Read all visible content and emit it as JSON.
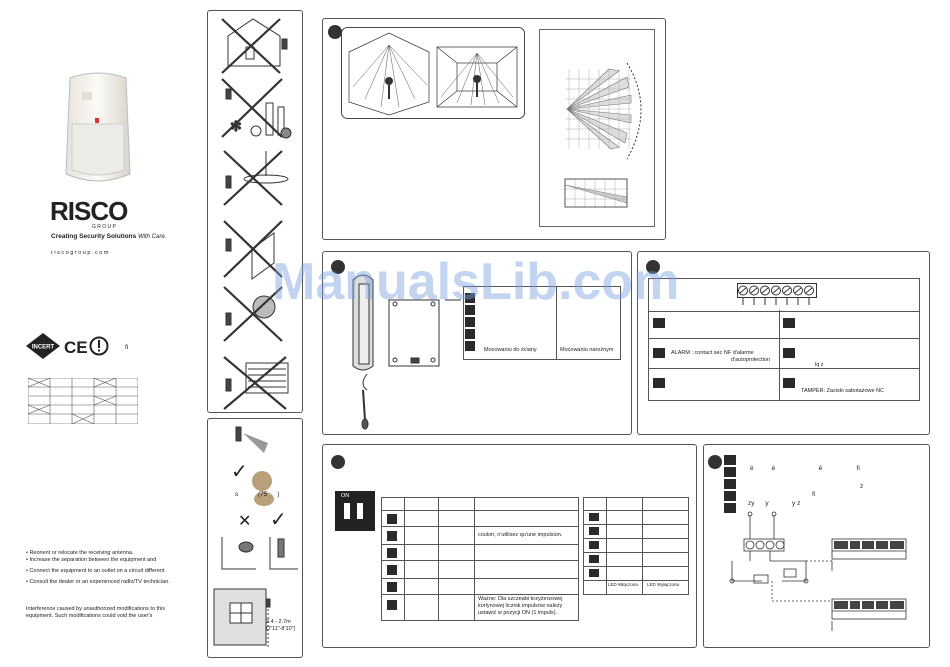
{
  "brand": {
    "logo_text": "RISCO",
    "group_text": "G R O U P",
    "tagline": "Creating Security Solutions",
    "tagline_script": "With Care.",
    "website": "r i s c o g r o u p . c o m"
  },
  "certs": {
    "incert": "INCERT",
    "ce": "CE",
    "fi_mark": "fi"
  },
  "fcc_notes": {
    "bullets": [
      "• Reorient or relocate the receiving antenna.",
      "• Increase the separation between the equipment and",
      "• Connect the equipment to an outlet on a circuit different",
      "• Consult the dealer or an experienced radio/TV technician."
    ],
    "warning_line1": "Interference caused by unauthorized modifications to this",
    "warning_line2": "equipment. Such modifications could void the user's"
  },
  "pet_panel": {
    "weight_label": "s",
    "weight_value": "(75",
    "weight_close": ")",
    "cross_mark": "✕",
    "check_mark": "✓",
    "height_label": "2.4 - 2.7m",
    "height_label2": "(7'11\"-8'10\")"
  },
  "mounting": {
    "col1": "Mocowaniu do ściany",
    "col2": "Mocowaniu narożnym"
  },
  "terminals": {
    "alarm_text": "ALARM : contact sec NF d'alarme",
    "alarm_text2": "d'autoprotection",
    "tamper_text": "TAMPER: Zaciski sabotażowe NC",
    "iq_text": "lq z"
  },
  "dip": {
    "on_label": "ON",
    "row_text_1": "coulon, n'utilisez qu'une impulsion.",
    "row_text_2": "Ważne: Dla szczeabi krzyżerzowej",
    "row_text_3": "korlynowej licznik impulsów należy",
    "row_text_4": "ustawić w pozycji ON (1 impuls).",
    "led_col1": "LED Włączona",
    "led_col2": "LED Wyłączona"
  },
  "wiring": {
    "line1": "é          é                        é                   fi",
    "line2": "z",
    "line3": "fi",
    "line4": "zy      y             y z"
  },
  "watermark": "ManualsLib.com"
}
